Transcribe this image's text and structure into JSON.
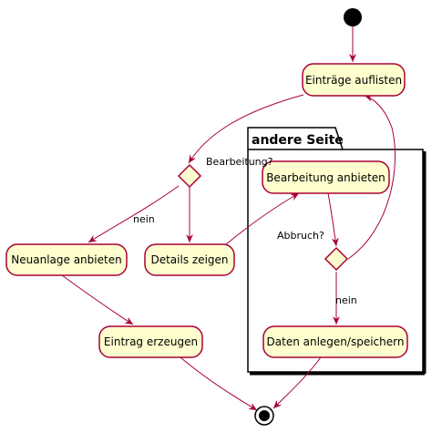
{
  "diagram": {
    "package": {
      "title": "andere Seite"
    },
    "nodes": {
      "list": "Einträge auflisten",
      "new": "Neuanlage anbieten",
      "details": "Details zeigen",
      "create": "Eintrag erzeugen",
      "edit": "Bearbeitung anbieten",
      "save": "Daten anlegen/speichern"
    },
    "decisions": {
      "edit_question": "Bearbeitung?",
      "abort_question": "Abbruch?"
    },
    "edge_labels": {
      "no_edit": "nein",
      "no_abort": "nein"
    },
    "colors": {
      "node_fill": "#FEFECE",
      "border": "#A80036",
      "start_end": "#000000"
    }
  }
}
